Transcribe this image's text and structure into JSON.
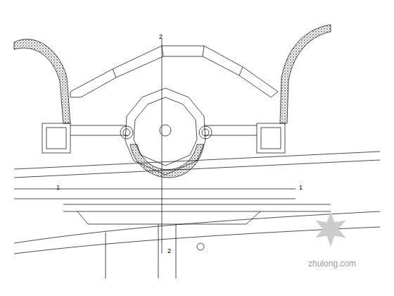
{
  "diagram": {
    "labels": [
      "2",
      "1",
      "1",
      "2",
      "zhulong.com"
    ]
  }
}
